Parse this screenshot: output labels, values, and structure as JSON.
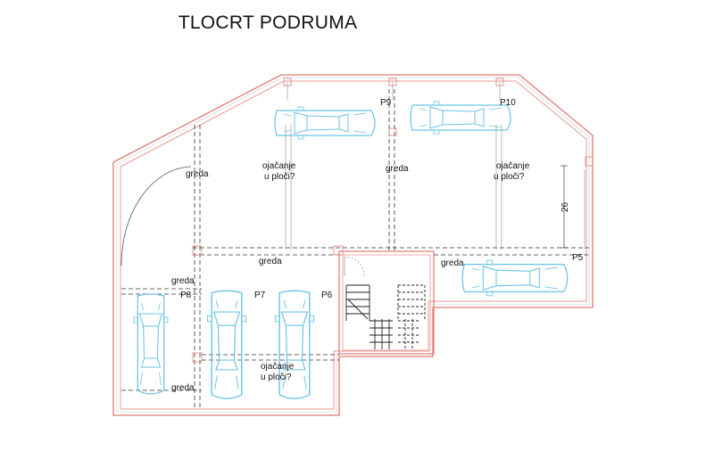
{
  "title": "TLOCRT PODRUMA",
  "colors": {
    "wall": "#e07a72",
    "wall_inner": "#e89a94",
    "car": "#6cc3e6",
    "line": "#555555",
    "dash": "#333333"
  },
  "labels": {
    "greda_1": "greda",
    "greda_2": "greda",
    "greda_3": "greda",
    "greda_4": "greda",
    "greda_5": "greda",
    "greda_6": "greda",
    "ojacanje_1a": "ojačanje",
    "ojacanje_1b": "u ploči?",
    "ojacanje_2a": "ojačanje",
    "ojacanje_2b": "u ploči?",
    "ojacanje_3a": "ojačanje",
    "ojacanje_3b": "u ploči?",
    "p5": "P5",
    "p6": "P6",
    "p7": "P7",
    "p8": "P8",
    "p9": "P9",
    "p10": "P10",
    "dim": "26"
  }
}
